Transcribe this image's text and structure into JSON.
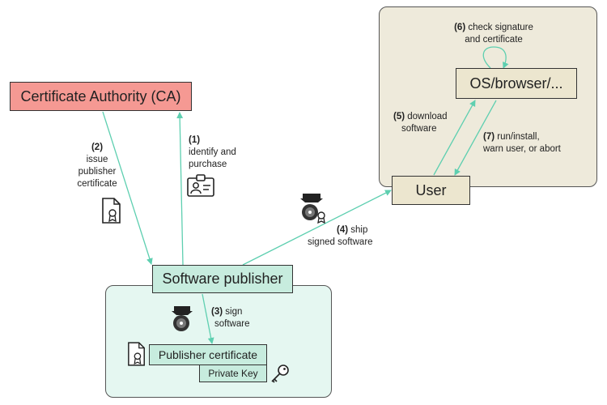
{
  "nodes": {
    "ca": "Certificate Authority (CA)",
    "os_browser": "OS/browser/...",
    "user": "User",
    "software_publisher": "Software publisher",
    "publisher_certificate": "Publisher certificate",
    "private_key": "Private Key"
  },
  "steps": {
    "s1": {
      "num": "(1)",
      "text1": "identify and",
      "text2": "purchase"
    },
    "s2": {
      "num": "(2)",
      "text1": "issue",
      "text2": "publisher",
      "text3": "certificate"
    },
    "s3": {
      "num": "(3)",
      "text1": "sign",
      "text2": "software"
    },
    "s4": {
      "num": "(4)",
      "text1": "ship",
      "text2": "signed software"
    },
    "s5": {
      "num": "(5)",
      "text1": "download",
      "text2": "software"
    },
    "s6": {
      "num": "(6)",
      "text1": "check signature",
      "text2": "and certificate"
    },
    "s7": {
      "num": "(7)",
      "text1": "run/install,",
      "text2": "warn user, or abort"
    }
  },
  "colors": {
    "arrow": "#5ecfb0",
    "ca_fill": "#f59993",
    "user_region": "#eeeadb",
    "publisher_region": "#e5f7f1",
    "node_fill_teal": "#c7ecde",
    "node_fill_beige": "#ece6cf"
  },
  "icons": [
    "id-card-icon",
    "certificate-document-icon",
    "signed-disc-icon",
    "disc-install-icon",
    "key-icon"
  ]
}
